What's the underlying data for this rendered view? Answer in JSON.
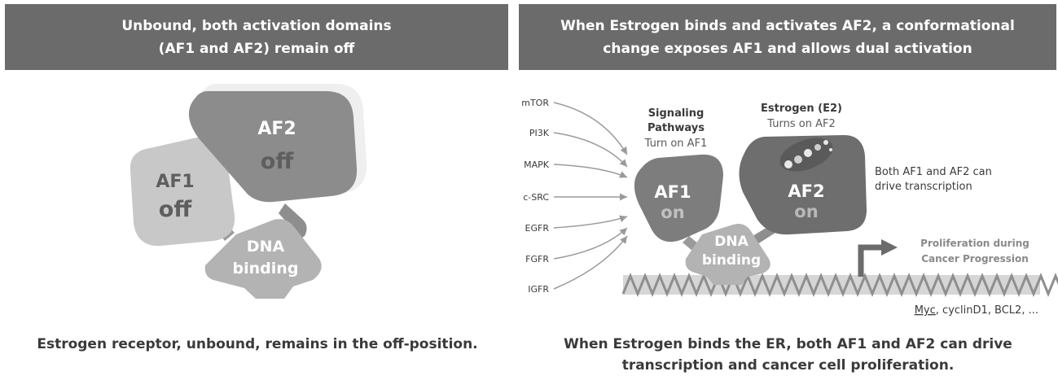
{
  "left_panel": {
    "header_line1": "Unbound, both activation domains",
    "header_line2": "(AF1 and AF2) remain off",
    "af2_label": "AF2",
    "af2_state": "off",
    "af1_label": "AF1",
    "af1_state": "off",
    "dna_line1": "DNA",
    "dna_line2": "binding",
    "caption": "Estrogen receptor, unbound, remains in the off-position."
  },
  "right_panel": {
    "header_line1": "When Estrogen binds and activates AF2, a conformational",
    "header_line2": "change exposes AF1 and allows dual activation",
    "pathways": [
      "mTOR",
      "PI3K",
      "MAPK",
      "c-SRC",
      "EGFR",
      "FGFR",
      "IGFR"
    ],
    "signaling_line1": "Signaling",
    "signaling_line2": "Pathways",
    "signaling_line3": "Turn on AF1",
    "estrogen_line1": "Estrogen (E2)",
    "estrogen_line2": "Turns on AF2",
    "af1_label": "AF1",
    "af1_state": "on",
    "af2_label": "AF2",
    "af2_state": "on",
    "dna_line1": "DNA",
    "dna_line2": "binding",
    "both_line1": "Both AF1 and AF2 can",
    "both_line2": "drive transcription",
    "proliferation_line1": "Proliferation during",
    "proliferation_line2": "Cancer Progression",
    "genes_underlined": "Myc",
    "genes_rest": ", cyclinD1, BCL2, ...",
    "caption_line1": "When Estrogen binds the ER, both AF1 and AF2 can drive",
    "caption_line2": "transcription and cancer cell proliferation."
  }
}
